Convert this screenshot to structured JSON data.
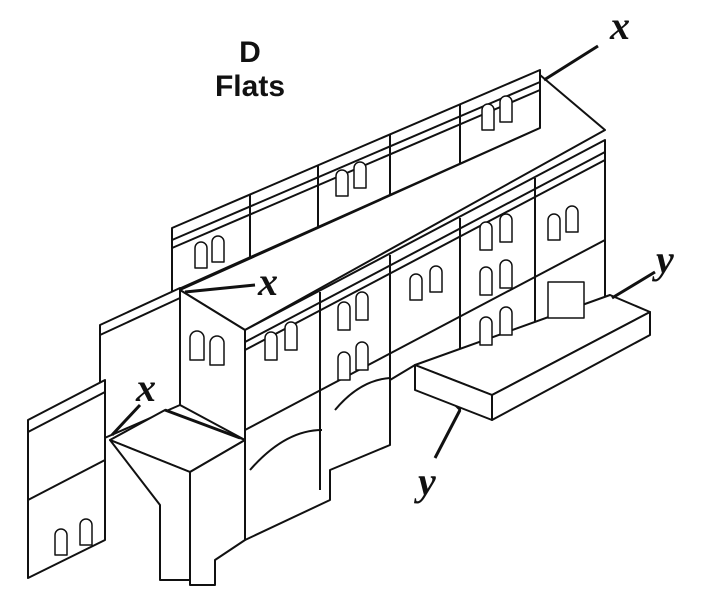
{
  "title": {
    "line1": "D",
    "line2": "Flats"
  },
  "callouts": {
    "x_top_right": "x",
    "x_middle": "x",
    "x_left": "x",
    "y_right": "y",
    "y_bottom": "y"
  },
  "colors": {
    "ink": "#111111",
    "paper": "#ffffff"
  }
}
